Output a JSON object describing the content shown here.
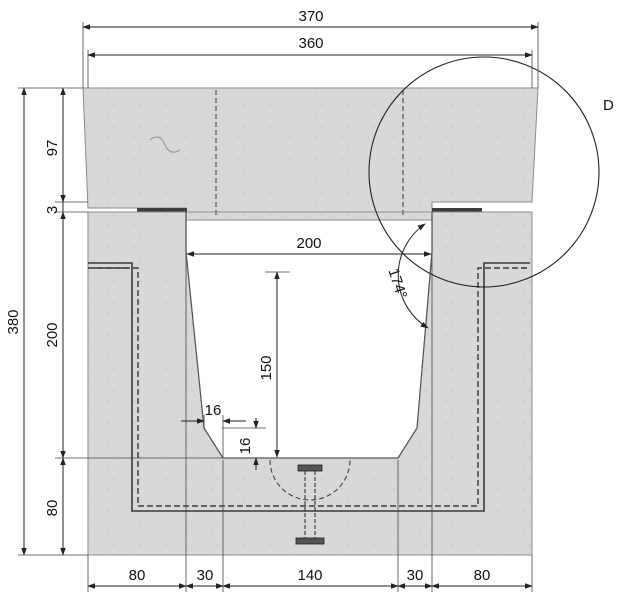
{
  "colors": {
    "concrete_fill": "#d6d9d6",
    "concrete_edge": "#8a8d8a",
    "line": "#222222",
    "seal": "#3d3d3d",
    "background": "#ffffff"
  },
  "dimensions": {
    "overall_width": "370",
    "cover_width": "360",
    "cover_height": "97",
    "gap_height": "3",
    "total_height": "380",
    "channel_wall_height": "200",
    "base_height": "80",
    "opening_width": "200",
    "channel_depth": "150",
    "chamfer_horizontal": "16",
    "chamfer_vertical": "16",
    "wall_angle": "174°",
    "detail_label": "D",
    "bottom": {
      "left_wall": "80",
      "left_slope": "30",
      "bottom_width": "140",
      "right_slope": "30",
      "right_wall": "80"
    }
  }
}
